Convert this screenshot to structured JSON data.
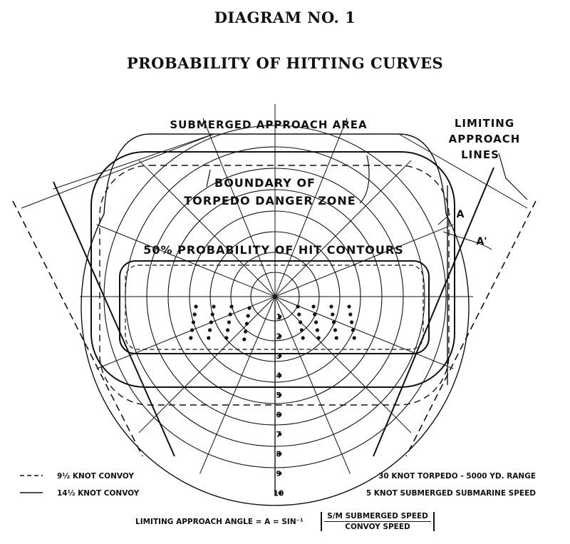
{
  "title": "DIAGRAM NO. 1",
  "subtitle": "PROBABILITY OF HITTING CURVES",
  "labels": {
    "submerged_area": "SUBMERGED APPROACH AREA",
    "limiting_lines": [
      "LIMITING",
      "APPROACH",
      "LINES"
    ],
    "boundary": [
      "BOUNDARY OF",
      "TORPEDO DANGER ZONE"
    ],
    "contours": "50% PROBABILITY OF HIT CONTOURS",
    "angle_a": "A",
    "angle_a_prime": "A'"
  },
  "range_marks": [
    "1",
    "2",
    "3",
    "4",
    "5",
    "6",
    "7",
    "8",
    "9",
    "10"
  ],
  "legend": {
    "dashed": "9½ KNOT CONVOY",
    "solid": "14½ KNOT CONVOY"
  },
  "notes": {
    "torpedo": "30 KNOT TORPEDO - 5000 YD. RANGE",
    "submarine": "5 KNOT SUBMERGED SUBMARINE SPEED"
  },
  "formula": {
    "lhs": "LIMITING APPROACH ANGLE = A = SIN⁻¹",
    "numerator": "S/M SUBMERGED SPEED",
    "denominator": "CONVOY SPEED"
  }
}
